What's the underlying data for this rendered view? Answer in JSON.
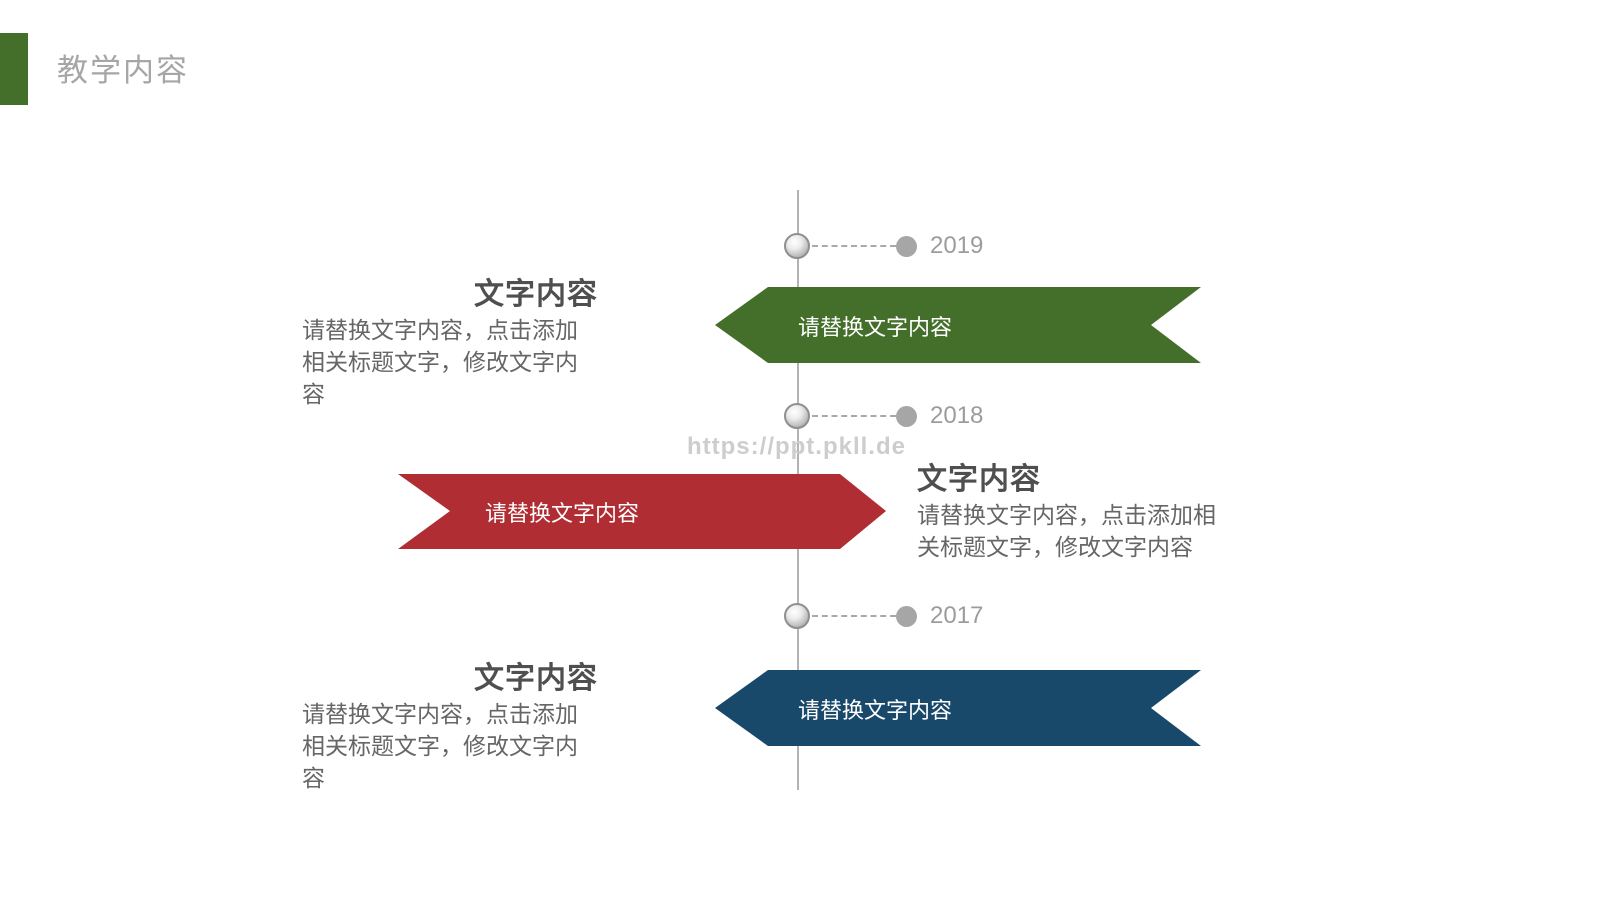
{
  "header": {
    "title": "教学内容"
  },
  "watermark": {
    "text": "https://ppt.pkll.de"
  },
  "colors": {
    "accent": "#446f2b",
    "banner_green": "#446f2b",
    "banner_red": "#b02d33",
    "banner_blue": "#19496a"
  },
  "entries": [
    {
      "year": "2019",
      "banner_label": "请替换文字内容",
      "title": "文字内容",
      "body": "请替换文字内容，点击添加相关标题文字，修改文字内容"
    },
    {
      "year": "2018",
      "banner_label": "请替换文字内容",
      "title": "文字内容",
      "body": "请替换文字内容，点击添加相关标题文字，修改文字内容"
    },
    {
      "year": "2017",
      "banner_label": "请替换文字内容",
      "title": "文字内容",
      "body": "请替换文字内容，点击添加相关标题文字，修改文字内容"
    }
  ]
}
